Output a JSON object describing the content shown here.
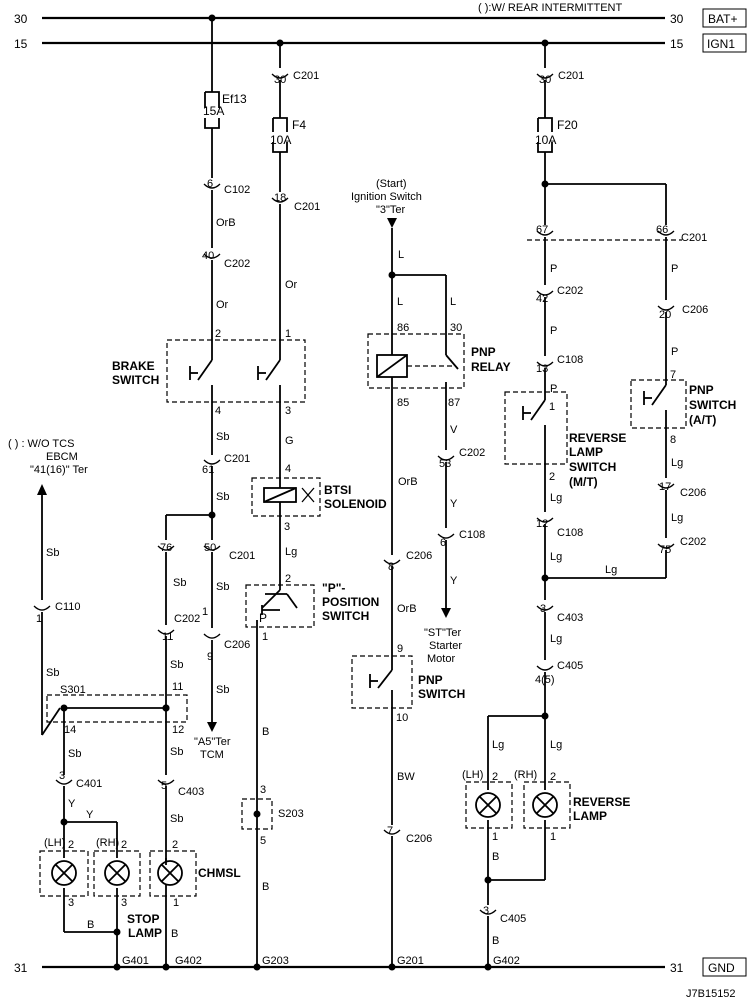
{
  "header": {
    "note": "( ):W/ REAR INTERMITTENT",
    "line30": "30",
    "line15": "15",
    "line31": "31",
    "bat_tag": "BAT+",
    "ign_tag": "IGN1",
    "gnd_tag": "GND"
  },
  "labels": {
    "ef13": "Ef13",
    "ef13_amp": "15A",
    "f4": "F4",
    "f4_amp": "10A",
    "f20": "F20",
    "f20_amp": "10A",
    "c201": "C201",
    "c102": "C102",
    "c202": "C202",
    "c206": "C206",
    "c108": "C108",
    "c110": "C110",
    "c401": "C401",
    "c403": "C403",
    "c405": "C405",
    "s301": "S301",
    "s203": "S203",
    "g401": "G401",
    "g402": "G402",
    "g203": "G203",
    "g201": "G201",
    "g402b": "G402"
  },
  "pins": {
    "p30a": "30",
    "p30b": "30",
    "p6": "6",
    "p18": "18",
    "p40": "40",
    "p2": "2",
    "p1": "1",
    "p4": "4",
    "p3": "3",
    "p61": "61",
    "p4b": "4",
    "p3b": "3",
    "p76": "76",
    "p50": "50",
    "p1b": "1",
    "p11": "11",
    "p9": "9",
    "p2b": "2",
    "p1c": "1",
    "p11b": "11",
    "p14": "14",
    "p12": "12",
    "p3c": "3",
    "p5": "5",
    "p2c": "2",
    "p2d": "2",
    "p2e": "2",
    "p3d": "3",
    "p3e": "3",
    "p1d": "1",
    "p3s": "3",
    "p5s": "5",
    "p86": "86",
    "p30r": "30",
    "p85": "85",
    "p87": "87",
    "p53": "53",
    "p6b": "6",
    "p8": "8",
    "p9b": "9",
    "p10": "10",
    "p7": "7",
    "p67": "67",
    "p66": "66",
    "p42": "42",
    "p20": "20",
    "p13": "13",
    "p7b": "7",
    "p1e": "1",
    "p8b": "8",
    "p2f": "2",
    "p17": "17",
    "p12b": "12",
    "p75": "75",
    "p3f": "3",
    "p45": "4(5)",
    "p2g": "2",
    "p2h": "2",
    "p1f": "1",
    "p1g": "1",
    "p3g": "3"
  },
  "wires": {
    "orb": "OrB",
    "or1": "Or",
    "or2": "Or",
    "sb1": "Sb",
    "g": "G",
    "sb2": "Sb",
    "lg1": "Lg",
    "sb3": "Sb",
    "sb4": "Sb",
    "sb5": "Sb",
    "sb6": "Sb",
    "sb7": "Sb",
    "sb8": "Sb",
    "sb9": "Sb",
    "y1": "Y",
    "y2": "Y",
    "sb10": "Sb",
    "b1": "B",
    "b2": "B",
    "b3": "B",
    "b4": "B",
    "l1": "L",
    "l2": "L",
    "l3": "L",
    "orb2": "OrB",
    "v": "V",
    "y3": "Y",
    "y4": "Y",
    "orb3": "OrB",
    "bw": "BW",
    "p_1": "P",
    "p_2": "P",
    "p_3": "P",
    "p_4": "P",
    "p_5": "P",
    "lg2": "Lg",
    "lg3": "Lg",
    "lg4": "Lg",
    "lg5": "Lg",
    "lg6": "Lg",
    "lg7": "Lg",
    "lg8": "Lg",
    "lg9": "Lg",
    "b5": "B",
    "b6": "B"
  },
  "components": {
    "brake_switch": [
      "BRAKE",
      "SWITCH"
    ],
    "btsi_solenoid": [
      "BTSI",
      "SOLENOID"
    ],
    "p_position_switch": [
      "\"P\"-",
      "POSITION",
      "SWITCH"
    ],
    "p_letter": "P",
    "pnp_relay": [
      "PNP",
      "RELAY"
    ],
    "pnp_switch": [
      "PNP",
      "SWITCH"
    ],
    "reverse_lamp_switch": [
      "REVERSE",
      "LAMP",
      "SWITCH",
      "(M/T)"
    ],
    "pnp_switch_at": [
      "PNP",
      "SWITCH",
      "(A/T)"
    ],
    "reverse_lamp": [
      "REVERSE",
      "LAMP"
    ],
    "stop_lamp": [
      "STOP",
      "LAMP"
    ],
    "chmsl": "CHMSL",
    "lh1": "(LH)",
    "rh1": "(RH)",
    "lh2": "(LH)",
    "rh2": "(RH)"
  },
  "notes": {
    "ebcm": [
      "( ) : W/O TCS",
      "EBCM",
      "\"41(16)\" Ter"
    ],
    "ignition": [
      "(Start)",
      "Ignition Switch",
      "\"3\"Ter"
    ],
    "tcm": [
      "\"A5\"Ter",
      "TCM"
    ],
    "starter": [
      "\"ST\"Ter",
      "Starter",
      "Motor"
    ]
  },
  "footer": {
    "code": "J7B15152"
  }
}
